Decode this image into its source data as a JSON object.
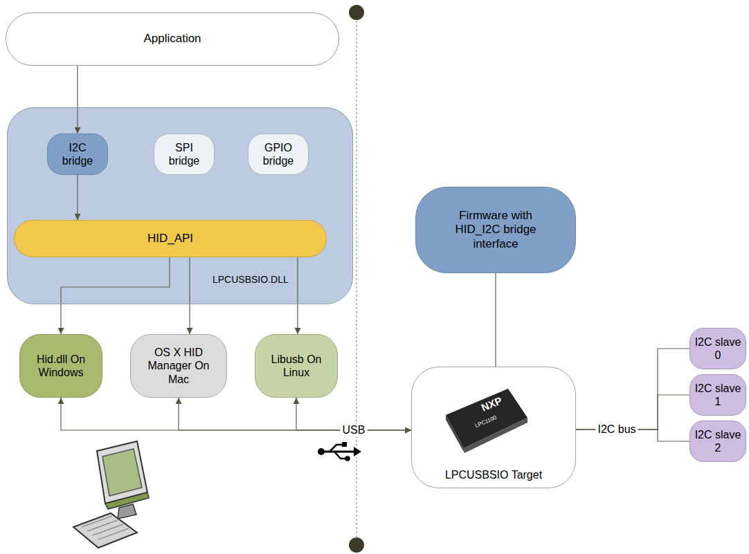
{
  "diagram": {
    "nodes": [
      {
        "text": [
          "Application"
        ]
      },
      {
        "text": [
          "LPCUSBSIO.DLL"
        ]
      },
      {
        "text": [
          "I2C bridge"
        ],
        "in": 1
      },
      {
        "text": [
          "SPI bridge"
        ],
        "in": 1
      },
      {
        "text": [
          "GPIO bridge"
        ],
        "in": 1
      },
      {
        "text": [
          "HID_API"
        ],
        "in": 1
      },
      {
        "text": [
          "Hid.dll On Windows"
        ]
      },
      {
        "text": [
          "OS X HID Manager On Mac"
        ]
      },
      {
        "text": [
          "Libusb On Linux"
        ]
      },
      {
        "text": [
          "Firmware with HID_I2C bridge interface"
        ]
      },
      {
        "text": [
          "LPCUSBSIO Target"
        ]
      },
      {
        "text": [
          "I2C slave 0"
        ]
      },
      {
        "text": [
          "I2C slave 1"
        ]
      },
      {
        "text": [
          "I2C slave 2"
        ]
      }
    ],
    "edges": [
      {
        "from": 0,
        "to": 2,
        "arrow": "to"
      },
      {
        "from": 2,
        "to": 5,
        "arrow": "to"
      },
      {
        "from": 5,
        "to": 6,
        "arrow": "to"
      },
      {
        "from": 5,
        "to": 7,
        "arrow": "to"
      },
      {
        "from": 5,
        "to": 8,
        "arrow": "to"
      },
      {
        "from": 6,
        "to": 10,
        "arrow": "both"
      },
      {
        "from": 7,
        "to": 10,
        "arrow": "both"
      },
      {
        "from": 8,
        "to": 10,
        "label": "USB",
        "arrow": "both"
      },
      {
        "from": 9,
        "to": 10,
        "arrow": "none"
      },
      {
        "from": 10,
        "to": 11,
        "arrow": "none"
      },
      {
        "from": 10,
        "to": 12,
        "label": "I2C bus",
        "arrow": "none"
      },
      {
        "from": 10,
        "to": 13,
        "arrow": "none"
      }
    ],
    "labels": [
      "NXP",
      "LPC1100"
    ]
  }
}
